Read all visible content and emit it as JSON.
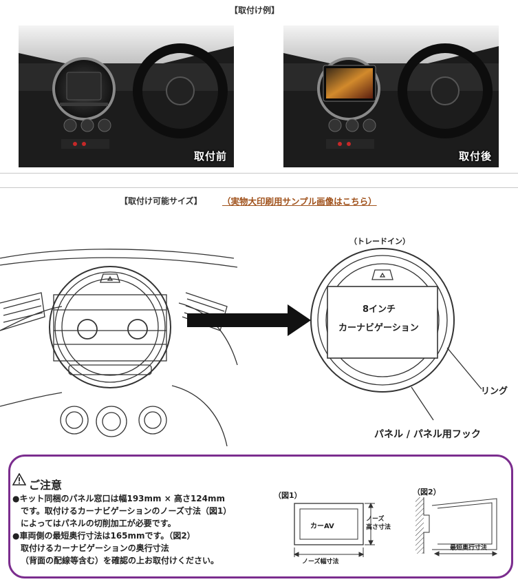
{
  "section1": {
    "title": "【取付け例】",
    "before_label": "取付前",
    "after_label": "取付後"
  },
  "section2": {
    "title": "【取付け可能サイズ】",
    "link_text": "（実物大印刷用サンプル画像はこちら）",
    "tray_label": "（トレードイン）",
    "nav_line1": "8インチ",
    "nav_line2": "カーナビゲーション",
    "ring_label": "リング",
    "panel_label": "パネル / パネル用フック"
  },
  "notice": {
    "title": "ご注意",
    "lines": [
      "●キット同梱のパネル窓口は幅193mm × 高さ124mm",
      "です。取付けるカーナビゲーションのノーズ寸法（図1）",
      "によってはパネルの切削加工が必要です。",
      "●車両側の最短奥行寸法は165mmです。（図2）",
      "取付けるカーナビゲーションの奥行寸法",
      "（背面の配線等含む）を確認の上お取付けください。"
    ],
    "fig1": {
      "label": "（図1）",
      "box": "カーAV",
      "height_line1": "ノーズ",
      "height_line2": "高さ寸法",
      "width": "ノーズ幅寸法"
    },
    "fig2": {
      "label": "（図2）",
      "depth": "最短奥行寸法"
    }
  },
  "colors": {
    "frame": "#7b2d8e",
    "link": "#a0521c"
  }
}
